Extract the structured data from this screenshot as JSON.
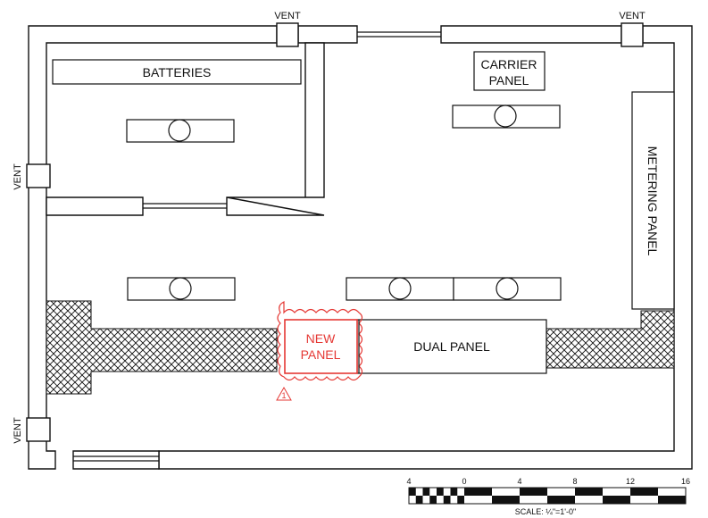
{
  "labels": {
    "batteries": "BATTERIES",
    "carrier_line1": "CARRIER",
    "carrier_line2": "PANEL",
    "metering": "METERING PANEL",
    "dual_panel": "DUAL PANEL",
    "new_line1": "NEW",
    "new_line2": "PANEL",
    "vent": "VENT",
    "revision_marker": "1",
    "scale_note": "SCALE: ¼\"=1'-0\""
  },
  "scale_bar": {
    "ticks": [
      "4",
      "0",
      "4",
      "8",
      "12",
      "16"
    ]
  },
  "colors": {
    "linework": "#111111",
    "new_work": "#e53935",
    "background": "#ffffff"
  }
}
